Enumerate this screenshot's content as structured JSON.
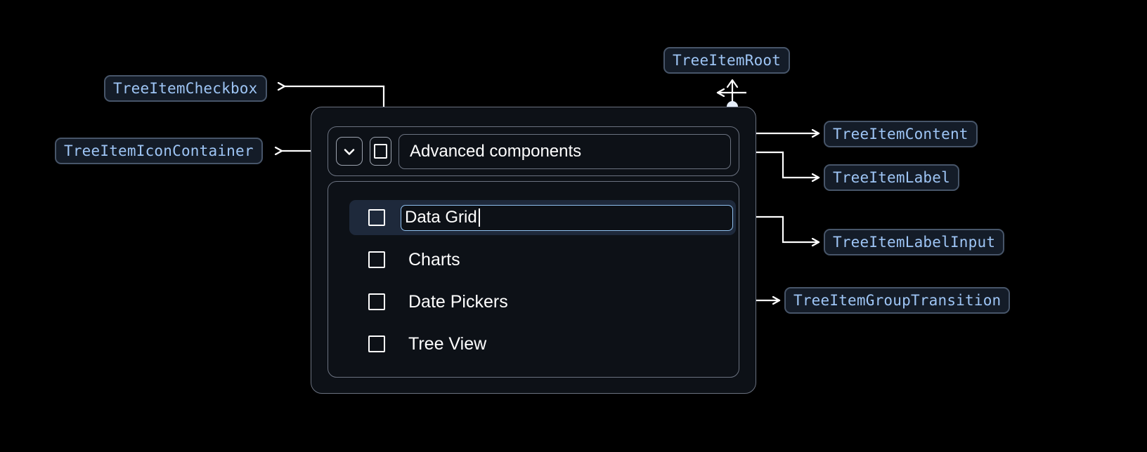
{
  "theme": {
    "background": "#000000",
    "panel_bg": "#0d1117",
    "panel_border": "#6b7280",
    "chip_bg": "#141c28",
    "chip_border": "#475569",
    "chip_text": "#9ec5f5",
    "selected_row_bg": "#1e293b",
    "input_border": "#8fc0ef",
    "connector": "#ffffff",
    "text": "#ffffff"
  },
  "annotations": [
    {
      "id": "tree-item-checkbox",
      "label": "TreeItemCheckbox"
    },
    {
      "id": "tree-item-icon-container",
      "label": "TreeItemIconContainer"
    },
    {
      "id": "tree-item-root",
      "label": "TreeItemRoot"
    },
    {
      "id": "tree-item-content",
      "label": "TreeItemContent"
    },
    {
      "id": "tree-item-label",
      "label": "TreeItemLabel"
    },
    {
      "id": "tree-item-label-input",
      "label": "TreeItemLabelInput"
    },
    {
      "id": "tree-item-group-transition",
      "label": "TreeItemGroupTransition"
    }
  ],
  "tree": {
    "parent": {
      "expand_icon": "chevron-down-icon",
      "checkbox_checked": false,
      "label": "Advanced components"
    },
    "children": [
      {
        "label": "Data Grid",
        "checked": false,
        "editing": true,
        "selected": true
      },
      {
        "label": "Charts",
        "checked": false,
        "editing": false,
        "selected": false
      },
      {
        "label": "Date Pickers",
        "checked": false,
        "editing": false,
        "selected": false
      },
      {
        "label": "Tree View",
        "checked": false,
        "editing": false,
        "selected": false
      }
    ]
  }
}
